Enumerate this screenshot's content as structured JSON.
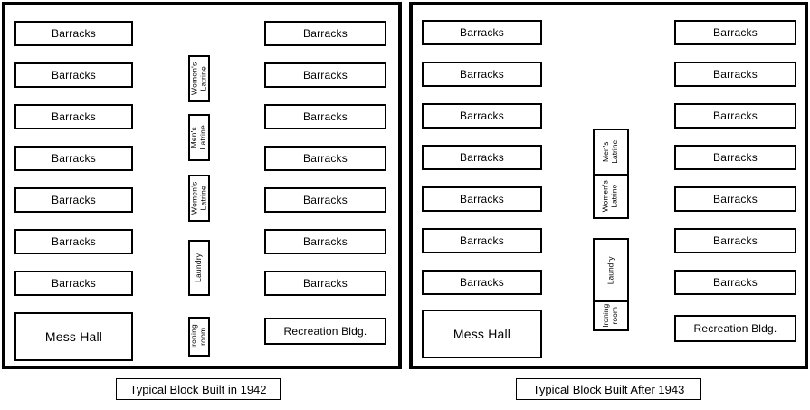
{
  "diagram": {
    "title_left": "Typical Block Built in 1942",
    "title_right": "Typical Block Built After 1943",
    "labels": {
      "barracks": "Barracks",
      "mess_hall": "Mess Hall",
      "recreation": "Recreation Bldg.",
      "womens_latrine": "Women's\nLatrine",
      "mens_latrine": "Men's\nLatrine",
      "laundry": "Laundry",
      "ironing_room": "Ironing\nroom"
    },
    "colors": {
      "outline": "#000000",
      "background": "#ffffff",
      "text": "#000000"
    }
  },
  "panel_left": {
    "caption": "Typical Block Built in 1942",
    "west_column": [
      "Barracks",
      "Barracks",
      "Barracks",
      "Barracks",
      "Barracks",
      "Barracks",
      "Barracks",
      "Mess Hall"
    ],
    "east_column": [
      "Barracks",
      "Barracks",
      "Barracks",
      "Barracks",
      "Barracks",
      "Barracks",
      "Barracks",
      "Recreation Bldg."
    ],
    "center_column": [
      "Women's\nLatrine",
      "Men's\nLatrine",
      "Women's\nLatrine",
      "Laundry",
      "Ironing\nroom"
    ]
  },
  "panel_right": {
    "caption": "Typical Block Built After 1943",
    "west_column": [
      "Barracks",
      "Barracks",
      "Barracks",
      "Barracks",
      "Barracks",
      "Barracks",
      "Barracks",
      "Mess Hall"
    ],
    "east_column": [
      "Barracks",
      "Barracks",
      "Barracks",
      "Barracks",
      "Barracks",
      "Barracks",
      "Barracks",
      "Recreation Bldg."
    ],
    "center_stack_upper": [
      "Men's\nLatrine",
      "Women's\nLatrine"
    ],
    "center_stack_lower": [
      "Laundry",
      "Ironing\nroom"
    ]
  }
}
